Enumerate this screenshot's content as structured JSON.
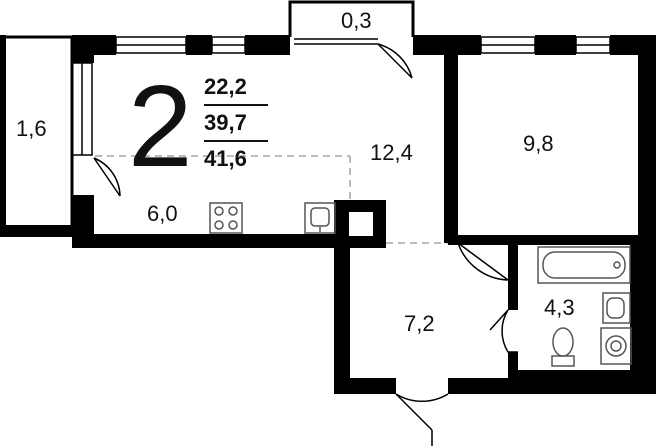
{
  "plan": {
    "rooms_count": "2",
    "areas": {
      "living": "22,2",
      "total": "39,7",
      "total_with_balcony": "41,6"
    },
    "rooms": [
      {
        "id": "balcony-small",
        "label": "0,3"
      },
      {
        "id": "balcony",
        "label": "1,6"
      },
      {
        "id": "kitchen",
        "label": "6,0"
      },
      {
        "id": "living-room",
        "label": "12,4"
      },
      {
        "id": "bedroom",
        "label": "9,8"
      },
      {
        "id": "hallway",
        "label": "7,2"
      },
      {
        "id": "bathroom",
        "label": "4,3"
      }
    ]
  },
  "colors": {
    "wall": "#000000",
    "background": "#ffffff",
    "fixture": "#555555",
    "dashed": "#bbbbbb"
  }
}
